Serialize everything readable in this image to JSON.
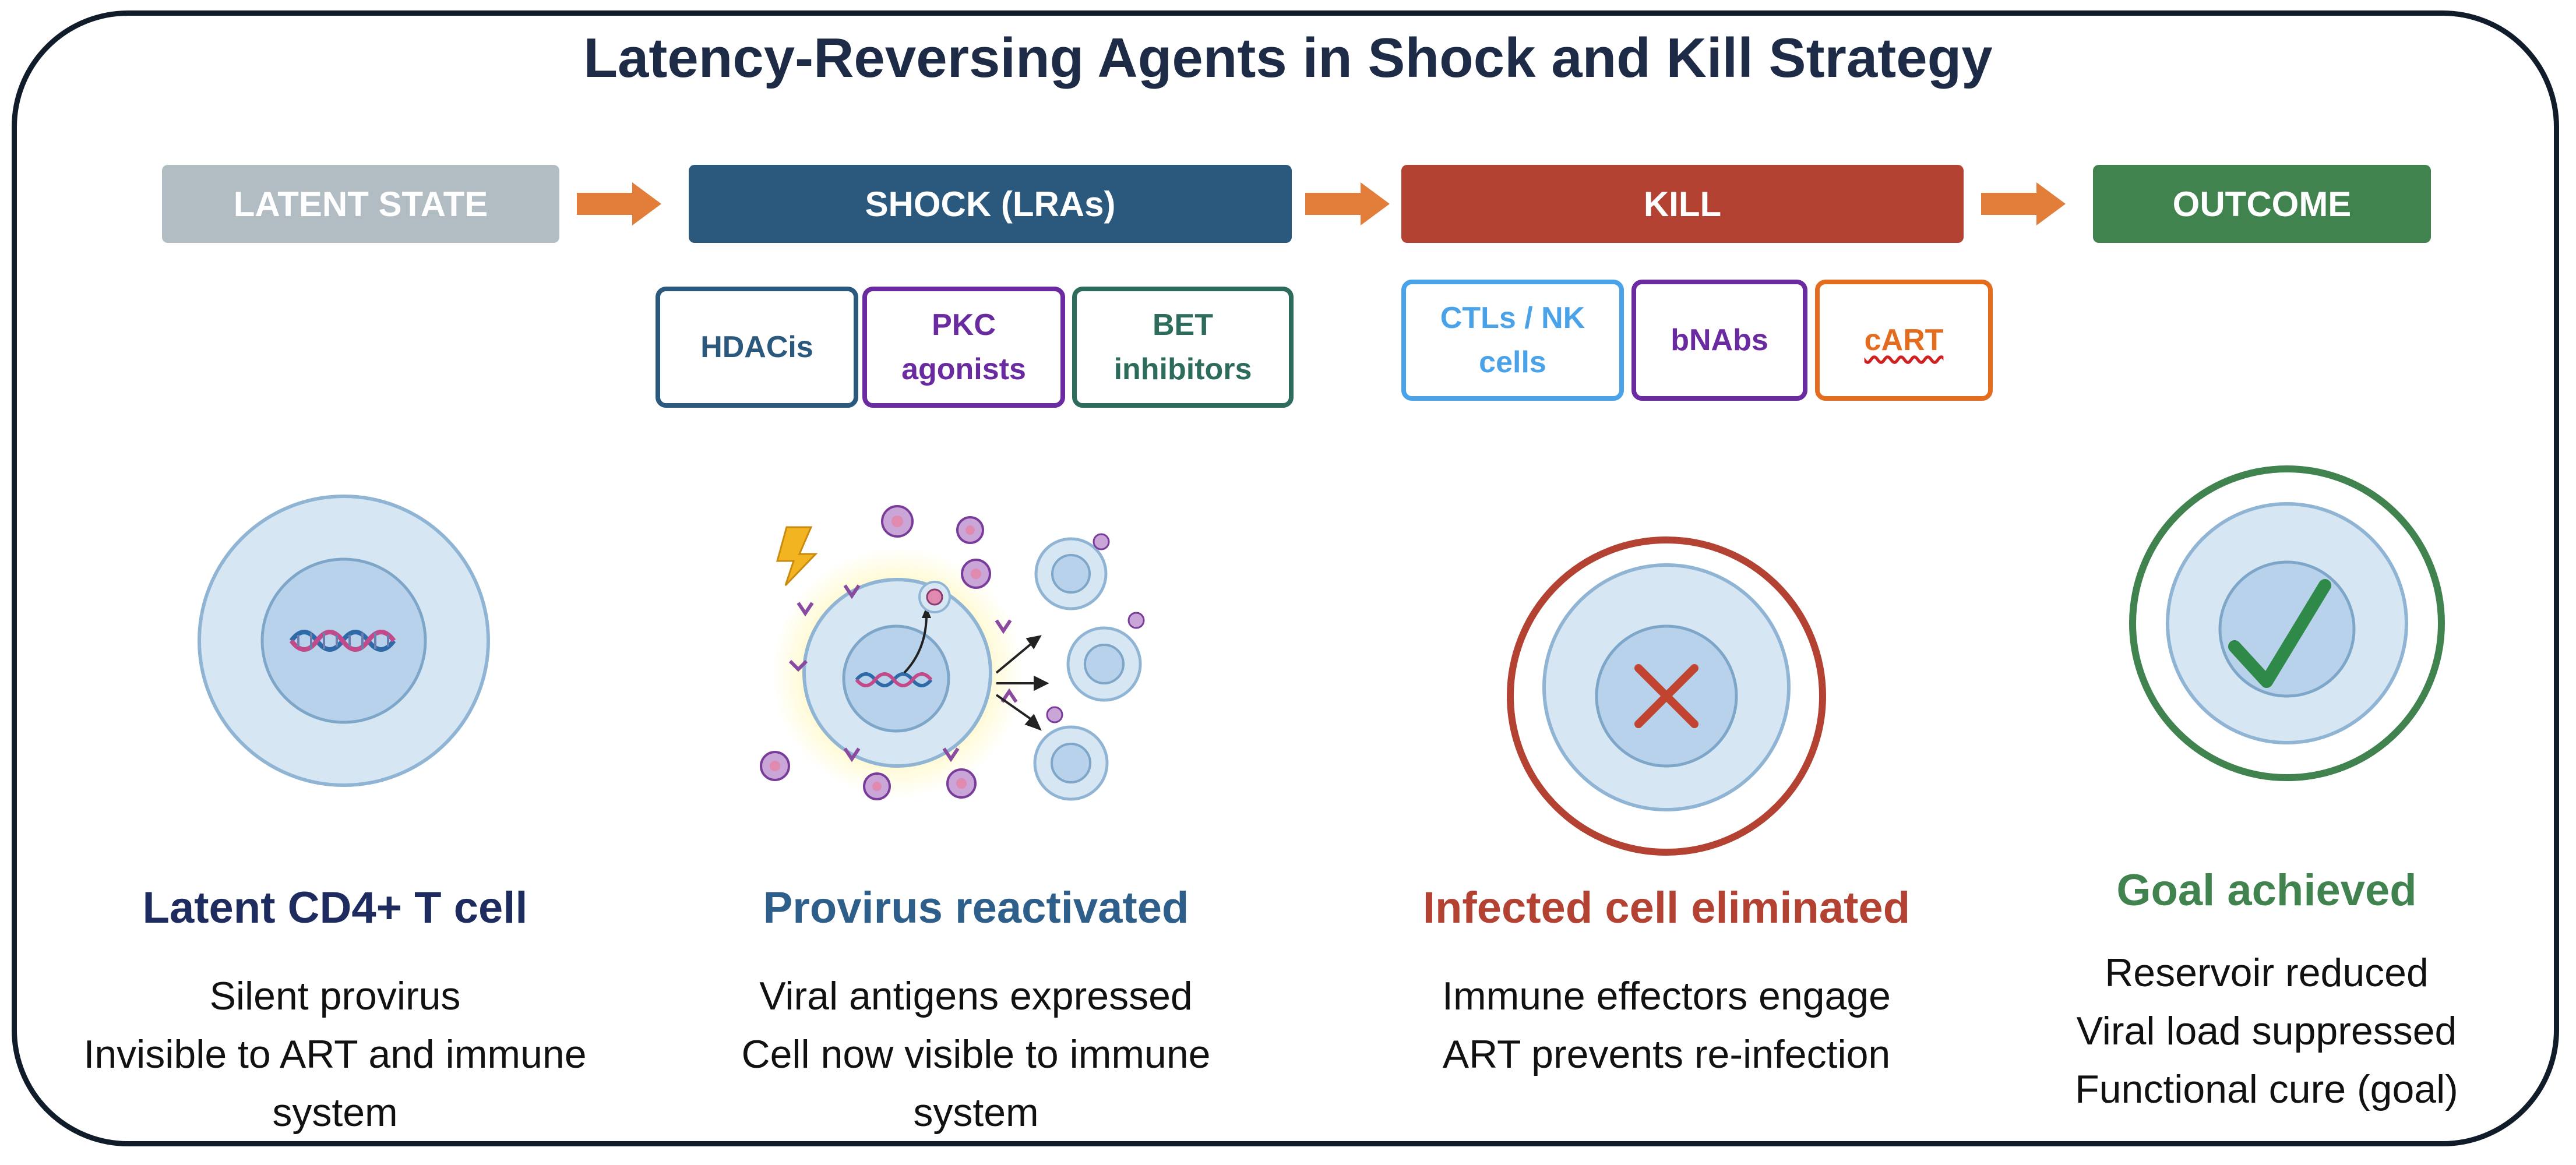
{
  "title": "Latency-Reversing Agents in Shock and Kill Strategy",
  "colors": {
    "latent": "#b2bcc3",
    "shock": "#2b587d",
    "kill": "#b44232",
    "outcome": "#40834f",
    "arrow": "#e37d3a",
    "cell_fill": "#d6e6f3",
    "cell_stroke": "#8fb4d4",
    "nucleus_fill": "#b7d2ea"
  },
  "stages": {
    "latent": "LATENT STATE",
    "shock": "SHOCK  (LRAs)",
    "kill": "KILL",
    "outcome": "OUTCOME"
  },
  "shock_agents": [
    {
      "label": "HDACis",
      "color": "#2b587d"
    },
    {
      "label": "PKC\nagonists",
      "color": "#6a2aa0"
    },
    {
      "label": "BET\ninhibitors",
      "color": "#2d6b5c"
    }
  ],
  "kill_agents": [
    {
      "label": "CTLs / NK\ncells",
      "color": "#4aa3e8"
    },
    {
      "label": "bNAbs",
      "color": "#6a2aa0"
    },
    {
      "label": "cART",
      "color": "#e36c1f"
    }
  ],
  "icons": {
    "latent": "latent-cell-dna-icon",
    "shock": "reactivated-cell-virions-icon",
    "kill": "eliminated-cell-x-icon",
    "outcome": "cell-checkmark-icon"
  },
  "captions": [
    {
      "title": "Latent CD4+ T cell",
      "color": "#1d2b5e",
      "lines": [
        "Silent provirus",
        "Invisible to ART and immune",
        "system"
      ]
    },
    {
      "title": "Provirus reactivated",
      "color": "#2e5f8a",
      "lines": [
        "Viral antigens expressed",
        "Cell now visible to immune",
        "system"
      ]
    },
    {
      "title": "Infected cell eliminated",
      "color": "#b44232",
      "lines": [
        "Immune effectors engage",
        "ART prevents re-infection"
      ]
    },
    {
      "title": "Goal achieved",
      "color": "#40834f",
      "lines": [
        "Reservoir reduced",
        "Viral load suppressed",
        "Functional cure (goal)"
      ]
    }
  ]
}
